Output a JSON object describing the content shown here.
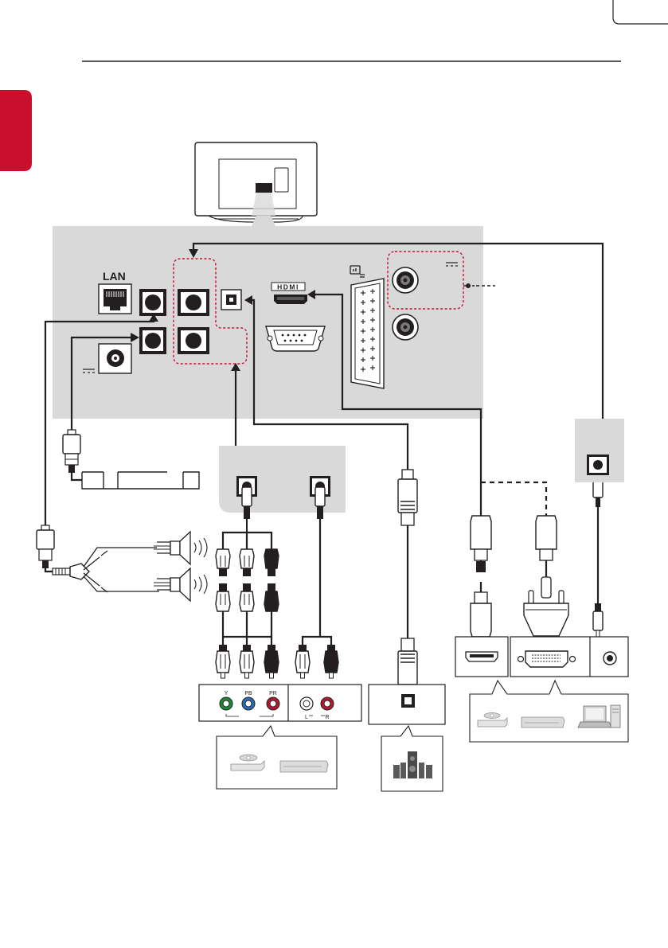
{
  "header": {
    "hdmi_logo_text": "HDMI",
    "lan_label": "LAN",
    "component_y": "Y",
    "component_pb": "PB",
    "component_pr": "PR",
    "audio_l": "L",
    "audio_r": "R"
  },
  "colors": {
    "accent": "#c8102e",
    "panel": "#d9d9d9",
    "cable": "#231f20",
    "jack_green": "#1e8a3c",
    "jack_blue": "#2a6db3",
    "jack_red": "#b01c2e"
  }
}
